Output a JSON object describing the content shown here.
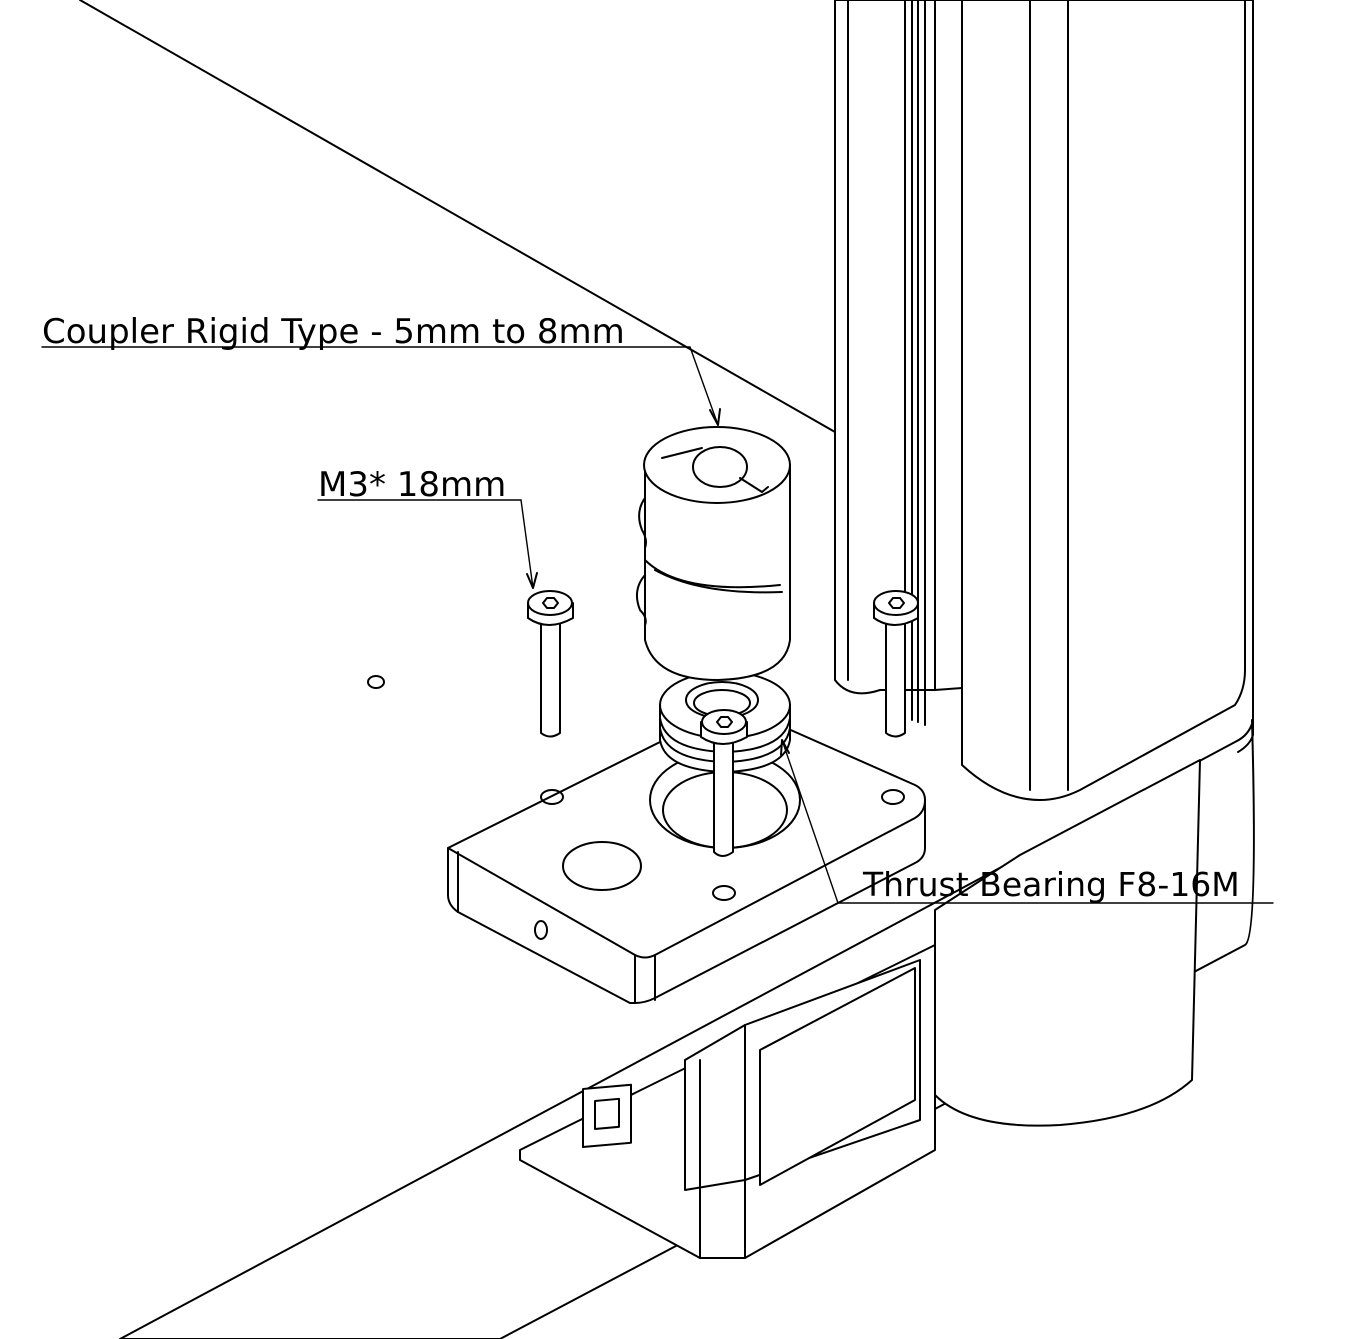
{
  "callouts": {
    "coupler": "Coupler  Rigid Type - 5mm to 8mm",
    "screw": "M3* 18mm",
    "bearing": "Thrust Bearing F8-16M"
  }
}
